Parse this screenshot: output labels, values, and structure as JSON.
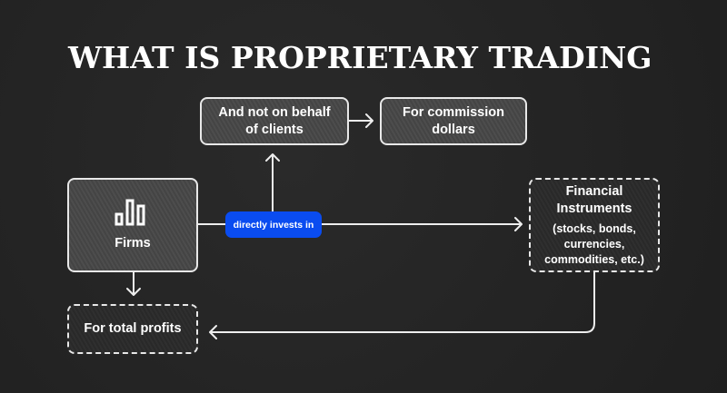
{
  "title": "WHAT IS PROPRIETARY TRADING",
  "nodes": {
    "firms": {
      "label": "Firms",
      "icon": "bar-chart-icon"
    },
    "not_on_behalf": {
      "label": "And not on behalf of clients"
    },
    "commission": {
      "label": "For commission dollars"
    },
    "instruments": {
      "label": "Financial Instruments",
      "detail": "(stocks, bonds, currencies, commodities, etc.)"
    },
    "profits": {
      "label": "For total profits"
    }
  },
  "edges": {
    "invests": {
      "label": "directly invests in"
    }
  },
  "colors": {
    "accent": "#0a4cf0"
  }
}
